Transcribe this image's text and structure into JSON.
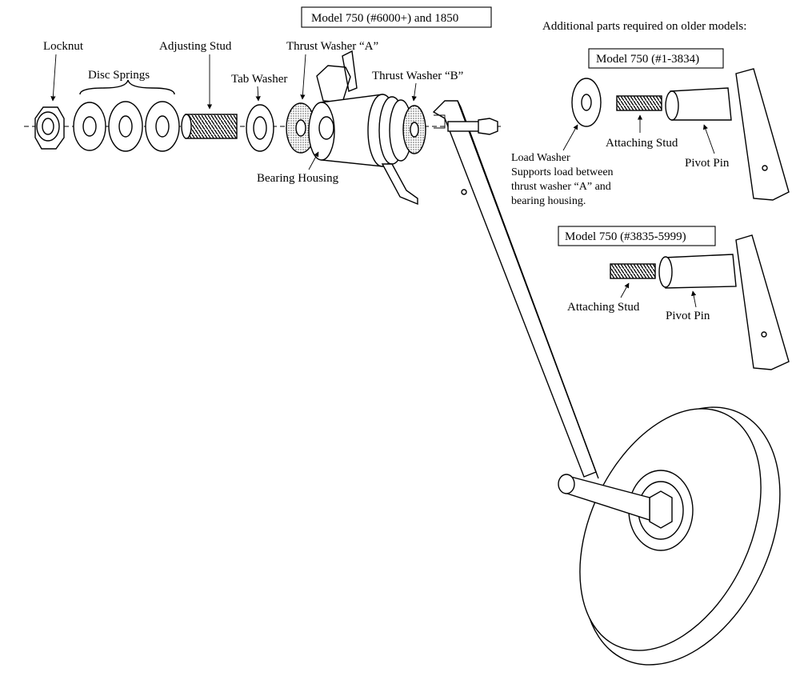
{
  "title_box_main": "Model 750 (#6000+) and 1850",
  "older_models_heading": "Additional parts required on older models:",
  "title_box_old1": "Model 750 (#1-3834)",
  "title_box_old2": "Model 750 (#3835-5999)",
  "labels": {
    "locknut": "Locknut",
    "disc_springs": "Disc Springs",
    "adjusting_stud": "Adjusting Stud",
    "tab_washer": "Tab Washer",
    "thrust_washer_a": "Thrust Washer “A”",
    "thrust_washer_b": "Thrust Washer “B”",
    "bearing_housing": "Bearing Housing",
    "attaching_stud_1": "Attaching Stud",
    "pivot_pin_1": "Pivot Pin",
    "attaching_stud_2": "Attaching Stud",
    "pivot_pin_2": "Pivot Pin"
  },
  "load_washer_note": {
    "line1": "Load Washer",
    "line2": "Supports load between",
    "line3": "thrust washer “A” and",
    "line4": "bearing housing."
  }
}
